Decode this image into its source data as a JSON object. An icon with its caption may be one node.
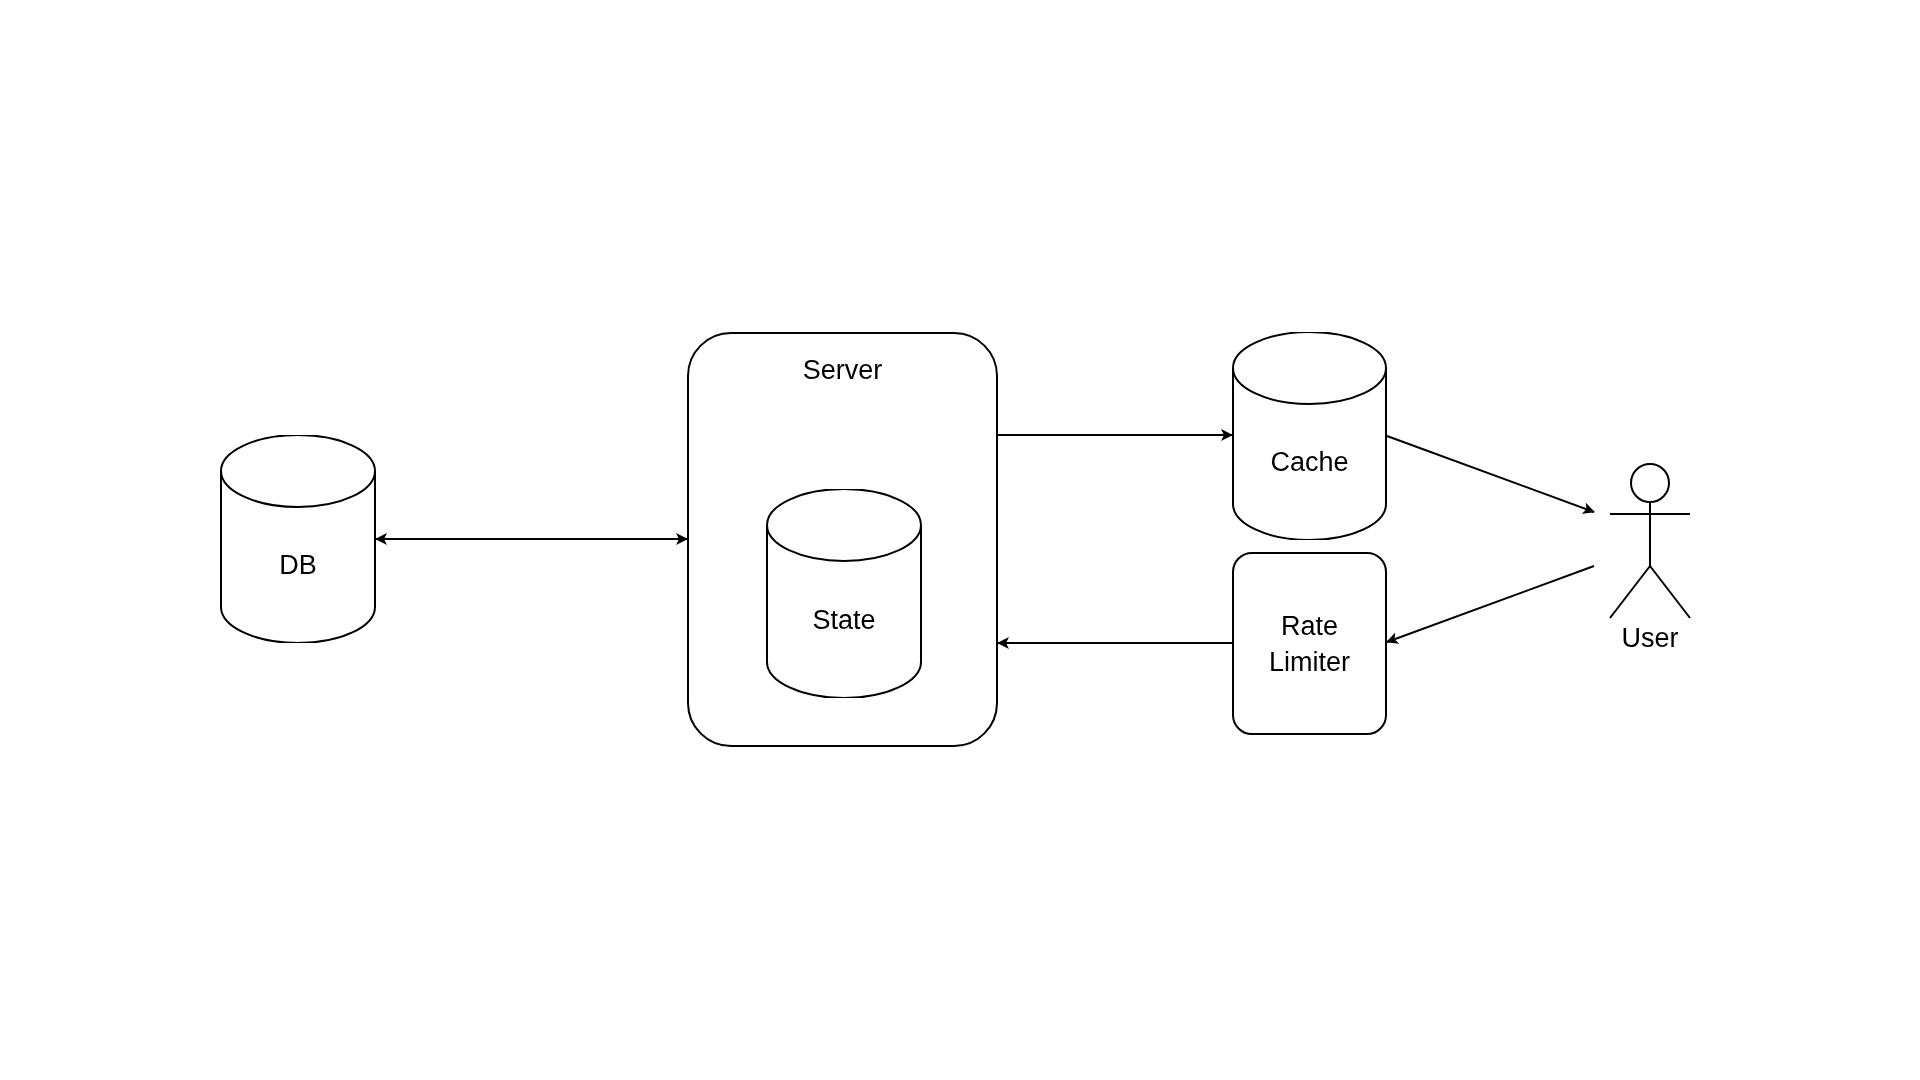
{
  "diagram": {
    "nodes": [
      {
        "text": [
          "DB"
        ]
      },
      {
        "text": [
          "Server"
        ]
      },
      {
        "text": [
          "State"
        ],
        "in": 1
      },
      {
        "text": [
          "Cache"
        ]
      },
      {
        "text": [
          "Rate Limiter"
        ]
      },
      {
        "text": [
          "User"
        ]
      }
    ],
    "edges": [
      {
        "from": 0,
        "to": 1,
        "arrow": "both"
      },
      {
        "from": 1,
        "to": 3,
        "arrow": "to"
      },
      {
        "from": 3,
        "to": 5,
        "arrow": "to"
      },
      {
        "from": 5,
        "to": 4,
        "arrow": "to"
      },
      {
        "from": 4,
        "to": 1,
        "arrow": "to"
      }
    ]
  }
}
